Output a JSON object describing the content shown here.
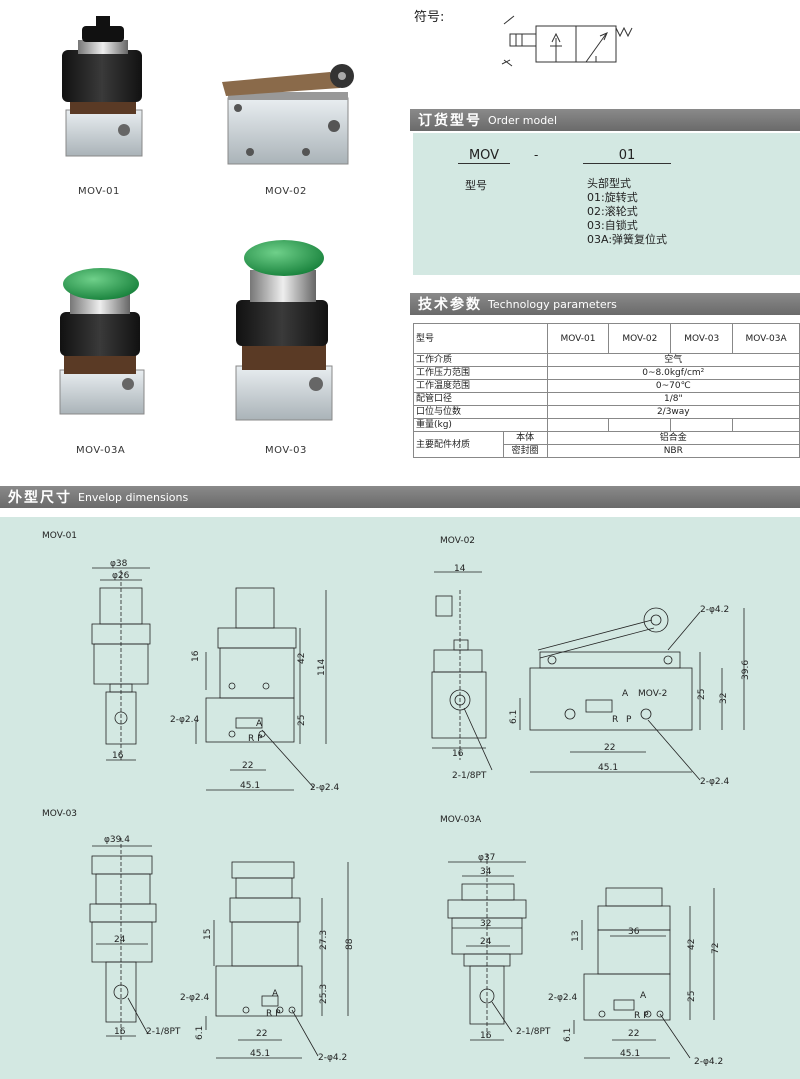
{
  "products": [
    {
      "label": "MOV-01"
    },
    {
      "label": "MOV-02"
    },
    {
      "label": "MOV-03A"
    },
    {
      "label": "MOV-03"
    }
  ],
  "symbol": {
    "label": "符号:"
  },
  "order": {
    "title_cn": "订货型号",
    "title_en": "Order model",
    "code_model": "MOV",
    "dash": "-",
    "code_head": "01",
    "model_label": "型号",
    "head_title": "头部型式",
    "options": [
      "01:旋转式",
      "02:滚轮式",
      "03:自锁式",
      "03A:弹簧复位式"
    ]
  },
  "tech": {
    "title_cn": "技术参数",
    "title_en": "Technology parameters",
    "header": [
      "型号",
      "MOV-01",
      "MOV-02",
      "MOV-03",
      "MOV-03A"
    ],
    "rows": [
      {
        "label": "工作介质",
        "value": "空气"
      },
      {
        "label": "工作压力范围",
        "value": "0~8.0kgf/cm²"
      },
      {
        "label": "工作温度范围",
        "value": "0~70℃"
      },
      {
        "label": "配管口径",
        "value": "1/8\""
      },
      {
        "label": "口位与位数",
        "value": "2/3way"
      },
      {
        "label": "重量(kg)",
        "value": ""
      }
    ],
    "material_label": "主要配件材质",
    "materials": [
      {
        "part": "本体",
        "value": "铝合金"
      },
      {
        "part": "密封圈",
        "value": "NBR"
      }
    ]
  },
  "envelop": {
    "title_cn": "外型尺寸",
    "title_en": "Envelop dimensions",
    "mov01": {
      "name": "MOV-01",
      "d38": "φ38",
      "d26": "φ26",
      "h16": "16",
      "h42": "42",
      "h114": "114",
      "h25": "25",
      "w16": "16",
      "w22": "22",
      "w45": "45.1",
      "hole24": "2-φ2.4",
      "hole24b": "2-φ2.4",
      "port": "A",
      "rp": "R P"
    },
    "mov02": {
      "name": "MOV-02",
      "w14": "14",
      "w16": "16",
      "pt": "2-1/8PT",
      "hole42": "2-φ4.2",
      "h25": "25",
      "h32": "32",
      "h396": "39.6",
      "h61": "6.1",
      "w22": "22",
      "w451": "45.1",
      "hole24": "2-φ2.4",
      "port": "A",
      "mark": "MOV-2",
      "r": "R",
      "p": "P"
    },
    "mov03": {
      "name": "MOV-03",
      "d394": "φ39.4",
      "w24": "24",
      "w16": "16",
      "pt": "2-1/8PT",
      "hole24": "2-φ2.4",
      "h15": "15",
      "h273": "27.3",
      "h88": "88",
      "h253": "25.3",
      "h61": "6.1",
      "w22": "22",
      "w451": "45.1",
      "hole42": "2-φ4.2",
      "port": "A",
      "rp": "R P"
    },
    "mov03a": {
      "name": "MOV-03A",
      "d37": "φ37",
      "w34": "34",
      "w32": "32",
      "w24": "24",
      "w16": "16",
      "pt": "2-1/8PT",
      "hole24": "2-φ2.4",
      "h13": "13",
      "w36": "36",
      "h42": "42",
      "h72": "72",
      "h25": "25",
      "h61": "6.1",
      "w22": "22",
      "w451": "45.1",
      "hole42": "2-φ4.2",
      "port": "A",
      "rp": "R P"
    }
  }
}
